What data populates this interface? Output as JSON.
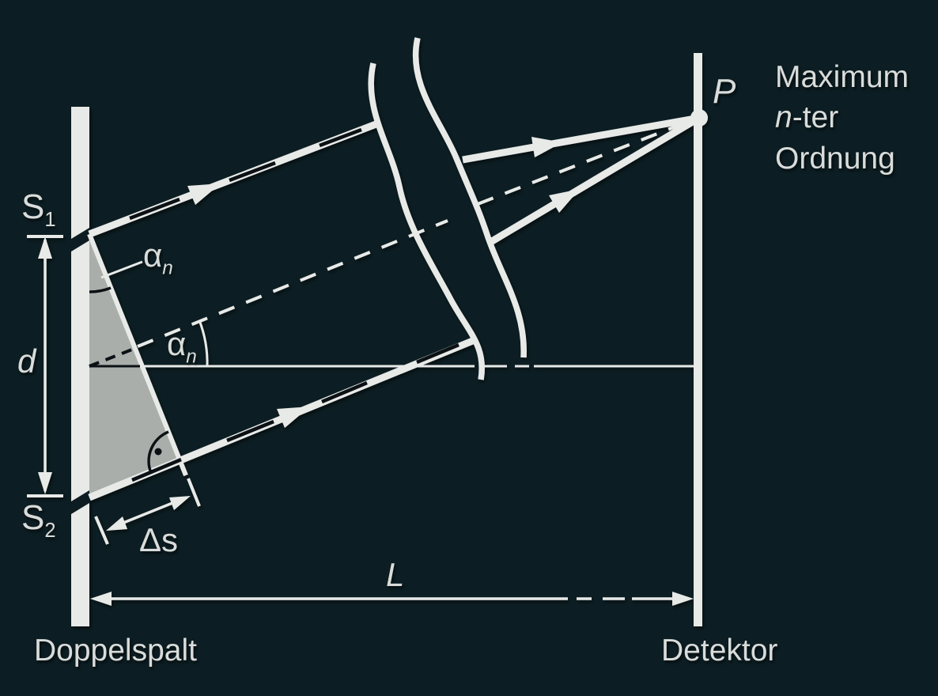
{
  "colors": {
    "bg": "#0c1e23",
    "ink": "#e8eae8",
    "txt": "#d9dcda",
    "tri": "#a9aeab",
    "blk": "#0b1114"
  },
  "labels": {
    "slit1": {
      "base": "S",
      "sub": "1"
    },
    "slit2": {
      "base": "S",
      "sub": "2"
    },
    "slit_spacing": "d",
    "angle_upper": {
      "base": "α",
      "sub": "n"
    },
    "angle_lower": {
      "base": "α",
      "sub": "n"
    },
    "path_difference": "Δs",
    "screen_distance": "L",
    "point": "P",
    "maximum": {
      "line1": "Maximum",
      "line2_italic": "n",
      "line2_rest": "-ter",
      "line3": "Ordnung"
    },
    "double_slit": "Doppelspalt",
    "detector": "Detektor"
  }
}
